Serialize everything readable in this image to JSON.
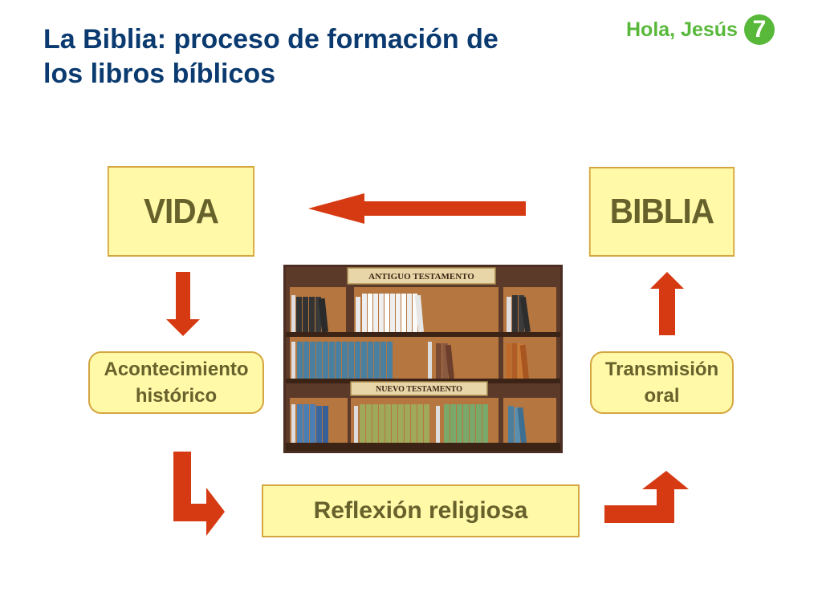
{
  "header": {
    "title_line1": "La Biblia: proceso de formación de",
    "title_line2": "los libros bíblicos",
    "brand_text": "Hola, Jesús",
    "brand_number": "7"
  },
  "boxes": {
    "vida": "VIDA",
    "biblia": "BIBLIA",
    "acontecimiento_line1": "Acontecimiento",
    "acontecimiento_line2": "histórico",
    "transmision_line1": "Transmisión",
    "transmision_line2": "oral",
    "reflexion": "Reflexión religiosa"
  },
  "bookshelf": {
    "label_top": "ANTIGUO TESTAMENTO",
    "label_bottom": "NUEVO TESTAMENTO"
  },
  "colors": {
    "title": "#0a3a6f",
    "brand": "#58b83a",
    "box_fill": "#fff9a8",
    "box_border": "#d5a640",
    "box_text": "#67612c",
    "arrow": "#d63a12"
  }
}
